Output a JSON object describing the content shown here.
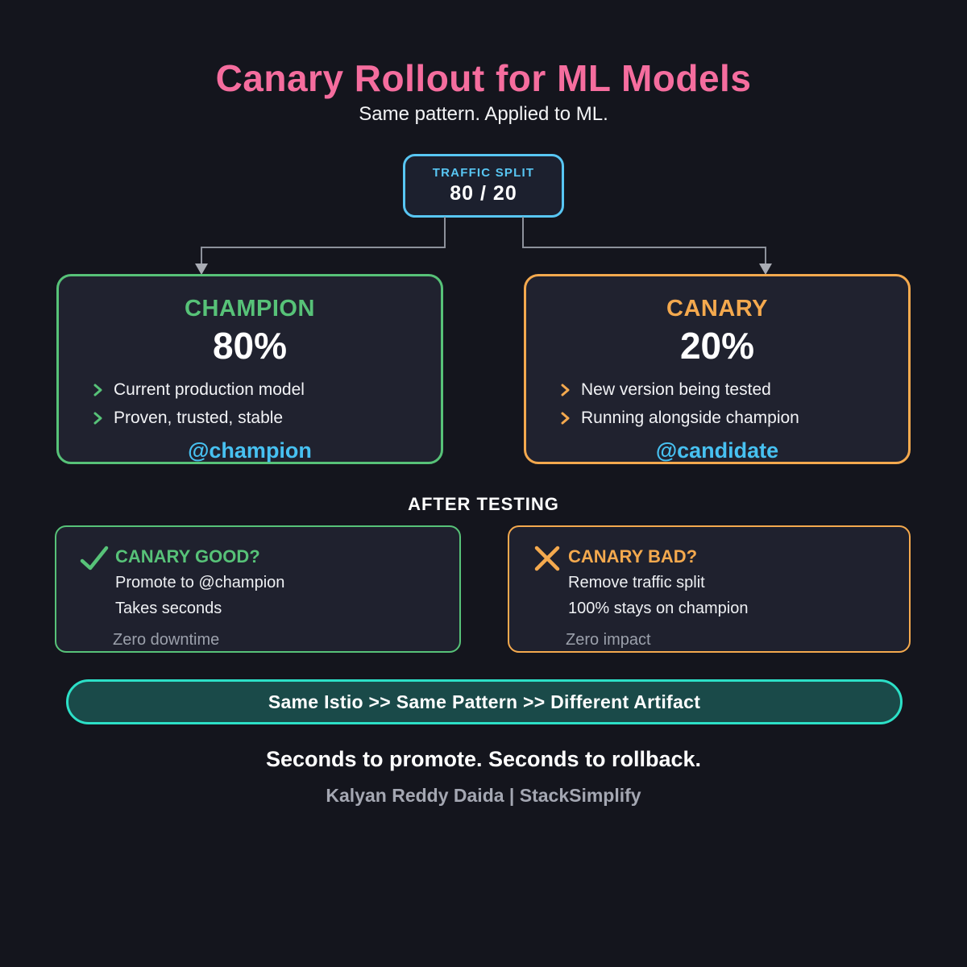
{
  "colors": {
    "background": "#14151d",
    "card_fill": "#20222f",
    "title_pink": "#f56d9e",
    "champion_green": "#57c278",
    "canary_orange": "#f4a94e",
    "traffic_blue": "#58c6f3",
    "tag_blue": "#47c1f1",
    "banner_teal_border": "#2ce0c7",
    "banner_teal_fill": "#1a4a49",
    "muted_gray": "#9ba0ab",
    "connector_gray": "#8d919b"
  },
  "header": {
    "title": "Canary Rollout for ML Models",
    "subtitle": "Same pattern. Applied to ML."
  },
  "traffic_split": {
    "label": "TRAFFIC SPLIT",
    "value": "80 / 20"
  },
  "champion": {
    "title": "CHAMPION",
    "percent": "80%",
    "bullets": [
      "Current production model",
      "Proven, trusted, stable"
    ],
    "tag": "@champion"
  },
  "canary": {
    "title": "CANARY",
    "percent": "20%",
    "bullets": [
      "New version being tested",
      "Running alongside champion"
    ],
    "tag": "@candidate"
  },
  "after_testing": {
    "heading": "AFTER TESTING",
    "good": {
      "title": "CANARY GOOD?",
      "lines": [
        "Promote to @champion",
        "Takes seconds"
      ],
      "note": "Zero downtime"
    },
    "bad": {
      "title": "CANARY BAD?",
      "lines": [
        "Remove traffic split",
        "100% stays on champion"
      ],
      "note": "Zero impact"
    }
  },
  "banner": {
    "text": "Same Istio >> Same Pattern >> Different Artifact"
  },
  "footer": {
    "tagline": "Seconds to promote. Seconds to rollback.",
    "credit": "Kalyan Reddy Daida | StackSimplify"
  }
}
